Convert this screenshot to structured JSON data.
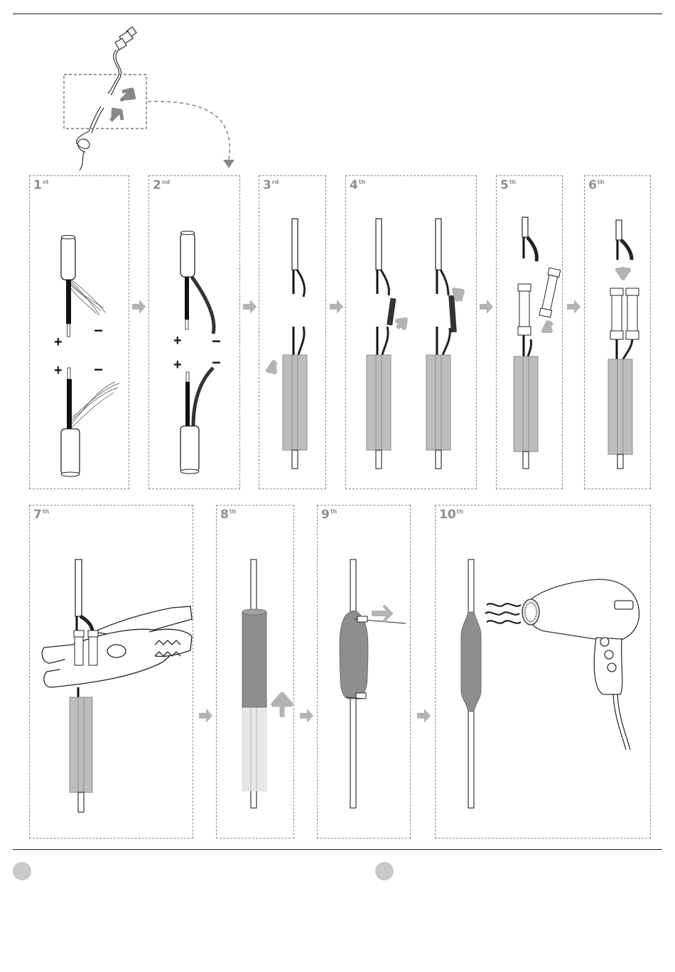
{
  "steps": [
    {
      "num": "1",
      "suffix": "st"
    },
    {
      "num": "2",
      "suffix": "nd"
    },
    {
      "num": "3",
      "suffix": "rd"
    },
    {
      "num": "4",
      "suffix": "th"
    },
    {
      "num": "5",
      "suffix": "th"
    },
    {
      "num": "6",
      "suffix": "th"
    },
    {
      "num": "7",
      "suffix": "th"
    },
    {
      "num": "8",
      "suffix": "th"
    },
    {
      "num": "9",
      "suffix": "th"
    },
    {
      "num": "10",
      "suffix": "th"
    }
  ],
  "polarity": {
    "plus": "+",
    "minus": "−"
  },
  "colors": {
    "sleeve": "#bdbdbd",
    "sleeve_dark": "#8e8e8e",
    "arrow": "#b3b3b3",
    "dash": "#8a8a8a",
    "bullet": "#c9c9c9"
  }
}
